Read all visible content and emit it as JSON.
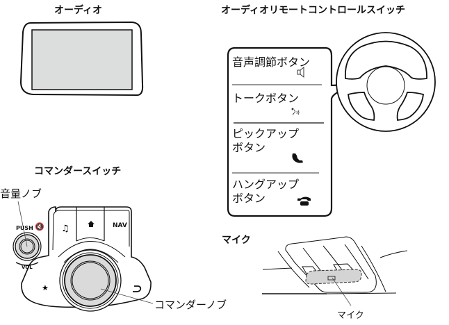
{
  "sections": {
    "audio": {
      "title": "オーディオ"
    },
    "remote": {
      "title": "オーディオリモートコントロールスイッチ",
      "buttons": [
        {
          "label": "音声調節ボタン",
          "icon": "speaker-icon"
        },
        {
          "label": "トークボタン",
          "icon": "talk-icon"
        },
        {
          "label_line1": "ピックアップ",
          "label_line2": "ボタン",
          "icon": "phone-pickup-icon"
        },
        {
          "label_line1": "ハングアップ",
          "label_line2": "ボタン",
          "icon": "phone-hangup-icon"
        }
      ]
    },
    "commander": {
      "title": "コマンダースイッチ",
      "volume_knob_label": "音量ノブ",
      "push_text": "PUSH",
      "vol_text": "VOL",
      "nav_text": "NAV",
      "commander_knob_label": "コマンダーノブ"
    },
    "mic": {
      "title": "マイク",
      "callout": "マイク"
    }
  },
  "colors": {
    "screen_fill": "#dcdedd",
    "knob_fill": "#d9dad9",
    "mic_highlight": "#d4d4d4",
    "divider": "#777777"
  }
}
